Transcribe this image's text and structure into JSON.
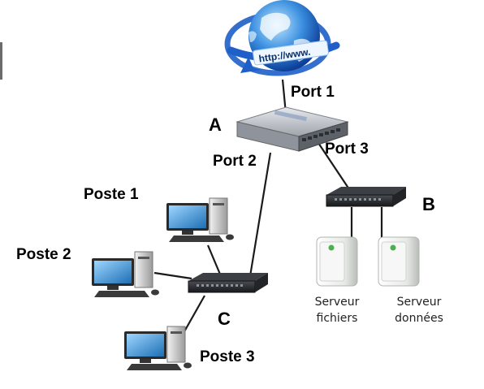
{
  "diagram": {
    "globe": {
      "url_text": "http://www."
    },
    "nodes": {
      "switch_a": {
        "label": "A"
      },
      "switch_b": {
        "label": "B"
      },
      "switch_c": {
        "label": "C"
      }
    },
    "ports": {
      "port1": "Port 1",
      "port2": "Port 2",
      "port3": "Port 3"
    },
    "postes": [
      "Poste 1",
      "Poste 2",
      "Poste 3"
    ],
    "servers": [
      {
        "line1": "Serveur",
        "line2": "fichiers"
      },
      {
        "line1": "Serveur",
        "line2": "données"
      }
    ]
  },
  "colors": {
    "globe_blue": "#1f5fc8",
    "switch_dark": "#2a2c30",
    "switch_light": "#c9ccd2",
    "server_white": "#eef0ee",
    "server_led": "#4caf50",
    "screen_blue": "#2f86c9"
  }
}
